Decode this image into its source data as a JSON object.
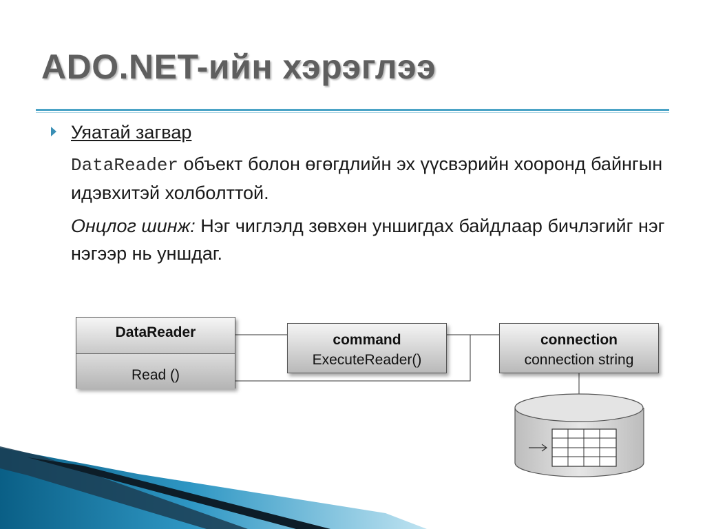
{
  "slide": {
    "title": "ADO.NET-ийн хэрэглээ",
    "bullet": "Уяатай загвар",
    "paragraph1": {
      "code": "DataReader",
      "text": " объект болон өгөгдлийн эх үүсвэрийн хооронд байнгын идэвхитэй холболттой."
    },
    "paragraph2": {
      "label": "Онцлог шинж:",
      "text": " Нэг чиглэлд зөвхөн уншигдах байдлаар бичлэгийг нэг нэгээр нь уншдаг."
    }
  },
  "diagram": {
    "datareader": {
      "name": "DataReader",
      "method": "Read ()"
    },
    "command": {
      "name": "command",
      "method": "ExecuteReader()"
    },
    "connection": {
      "name": "connection",
      "detail": "connection string"
    }
  },
  "colors": {
    "title": "#5f5f5f",
    "rule": "#4aa3c6",
    "box_top": "#f4f4f4",
    "box_bottom": "#b9b9b9"
  }
}
